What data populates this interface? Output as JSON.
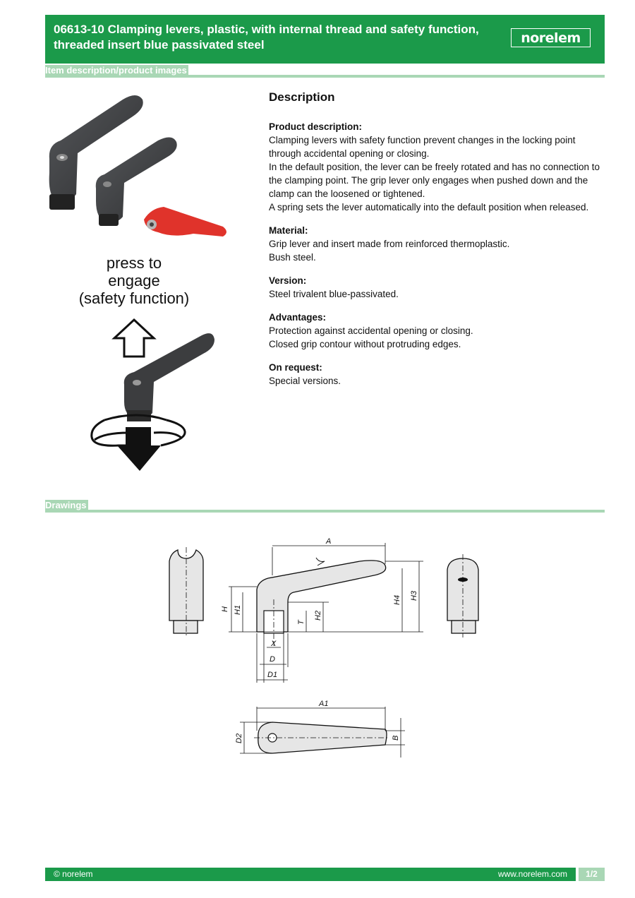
{
  "header": {
    "title": "06613-10 Clamping levers, plastic, with internal thread and safety function, threaded insert blue passivated steel",
    "logo_text": "norelem"
  },
  "sections": {
    "images": "Item description/product images",
    "drawings": "Drawings"
  },
  "product_images": {
    "press_label_line1": "press to",
    "press_label_line2": "engage",
    "press_label_line3": "(safety function)"
  },
  "description": {
    "heading": "Description",
    "blocks": [
      {
        "title": "Product description:",
        "lines": [
          "Clamping levers with safety function prevent changes in the locking point through accidental opening or closing.",
          "In the default position, the lever can be freely rotated and has no connection to the clamping point. The grip lever only engages when pushed down and the clamp can the loosened or tightened.",
          "A spring sets the lever automatically into the default position when released."
        ]
      },
      {
        "title": "Material:",
        "lines": [
          "Grip lever and insert made from reinforced thermoplastic.",
          "Bush steel."
        ]
      },
      {
        "title": "Version:",
        "lines": [
          "Steel trivalent blue-passivated."
        ]
      },
      {
        "title": "Advantages:",
        "lines": [
          "Protection against accidental opening or closing.",
          "Closed grip contour without protruding edges."
        ]
      },
      {
        "title": "On request:",
        "lines": [
          "Special versions."
        ]
      }
    ]
  },
  "drawing_labels": {
    "A": "A",
    "A1": "A1",
    "B": "B",
    "D": "D",
    "D1": "D1",
    "D2": "D2",
    "H": "H",
    "H1": "H1",
    "H2": "H2",
    "H3": "H3",
    "H4": "H4",
    "T": "T",
    "X": "X"
  },
  "footer": {
    "copyright": "© norelem",
    "url": "www.norelem.com",
    "page": "1/2"
  },
  "colors": {
    "brand_green": "#1b9a4a",
    "light_green": "#a9d7b5",
    "lever_dark": "#3c3d3f",
    "lever_red": "#e0332b"
  }
}
